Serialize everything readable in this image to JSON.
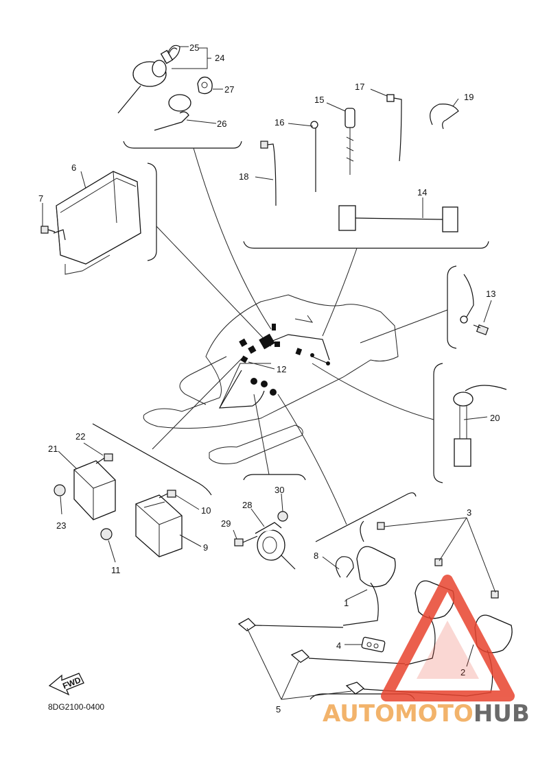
{
  "diagram": {
    "code": "8DG2100-0400",
    "fwd_label": "FWD",
    "parts": [
      {
        "num": "1"
      },
      {
        "num": "2"
      },
      {
        "num": "3"
      },
      {
        "num": "4"
      },
      {
        "num": "5"
      },
      {
        "num": "6"
      },
      {
        "num": "7"
      },
      {
        "num": "8"
      },
      {
        "num": "9"
      },
      {
        "num": "10"
      },
      {
        "num": "11"
      },
      {
        "num": "12"
      },
      {
        "num": "13"
      },
      {
        "num": "14"
      },
      {
        "num": "15"
      },
      {
        "num": "16"
      },
      {
        "num": "17"
      },
      {
        "num": "18"
      },
      {
        "num": "19"
      },
      {
        "num": "20"
      },
      {
        "num": "21"
      },
      {
        "num": "22"
      },
      {
        "num": "23"
      },
      {
        "num": "24"
      },
      {
        "num": "25"
      },
      {
        "num": "26"
      },
      {
        "num": "27"
      },
      {
        "num": "28"
      },
      {
        "num": "29"
      },
      {
        "num": "30"
      }
    ]
  },
  "watermark": {
    "part1": "AUTOMOTO",
    "part2": "HUB",
    "color_main": "#f2b36b",
    "color_dark": "#6a6a6a",
    "color_triangle": "#e8442f"
  }
}
